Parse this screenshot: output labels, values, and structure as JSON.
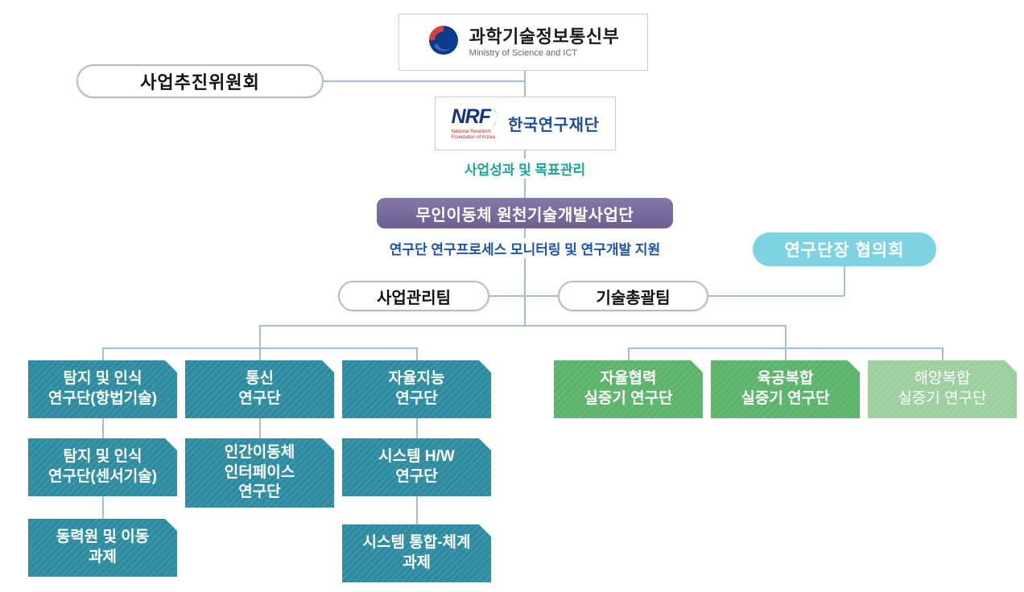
{
  "colors": {
    "teal": "#2e8ca1",
    "green": "#5cb36a",
    "green_light": "#9ccf9f",
    "purple": "#7a6b9c",
    "cyan": "#7ed3e2",
    "line": "#a3bcd8",
    "caption_teal": "#19a39a",
    "caption_blue": "#1c55a8",
    "nrf_blue": "#1d4f9e"
  },
  "ministry": {
    "name": "과학기술정보통신부",
    "subtitle": "Ministry of Science and ICT"
  },
  "committee": {
    "label": "사업추진위원회"
  },
  "nrf": {
    "logo_text": "NRF",
    "logo_caption": "National Research\nFoundation of Korea",
    "name": "한국연구재단"
  },
  "captions": {
    "nrf": "사업성과 및 목표관리",
    "program": "연구단 연구프로세스 모니터링 및 연구개발 지원"
  },
  "program": {
    "label": "무인이동체 원천기술개발사업단"
  },
  "council": {
    "label": "연구단장 협의회"
  },
  "teams": [
    {
      "label": "사업관리팀"
    },
    {
      "label": "기술총괄팀"
    }
  ],
  "research_units": {
    "col1": [
      {
        "label": "탐지 및 인식\n연구단(항법기술)"
      },
      {
        "label": "탐지 및 인식\n연구단(센서기술)"
      },
      {
        "label": "동력원 및 이동\n과제"
      }
    ],
    "col2": [
      {
        "label": "통신\n연구단"
      },
      {
        "label": "인간이동체\n인터페이스\n연구단"
      }
    ],
    "col3": [
      {
        "label": "자율지능\n연구단"
      },
      {
        "label": "시스템 H/W\n연구단"
      },
      {
        "label": "시스템 통합-체계\n과제"
      }
    ]
  },
  "demo_units": [
    {
      "label": "자율협력\n실증기 연구단"
    },
    {
      "label": "육공복합\n실증기 연구단"
    },
    {
      "label": "해양복합\n실증기 연구단"
    }
  ]
}
